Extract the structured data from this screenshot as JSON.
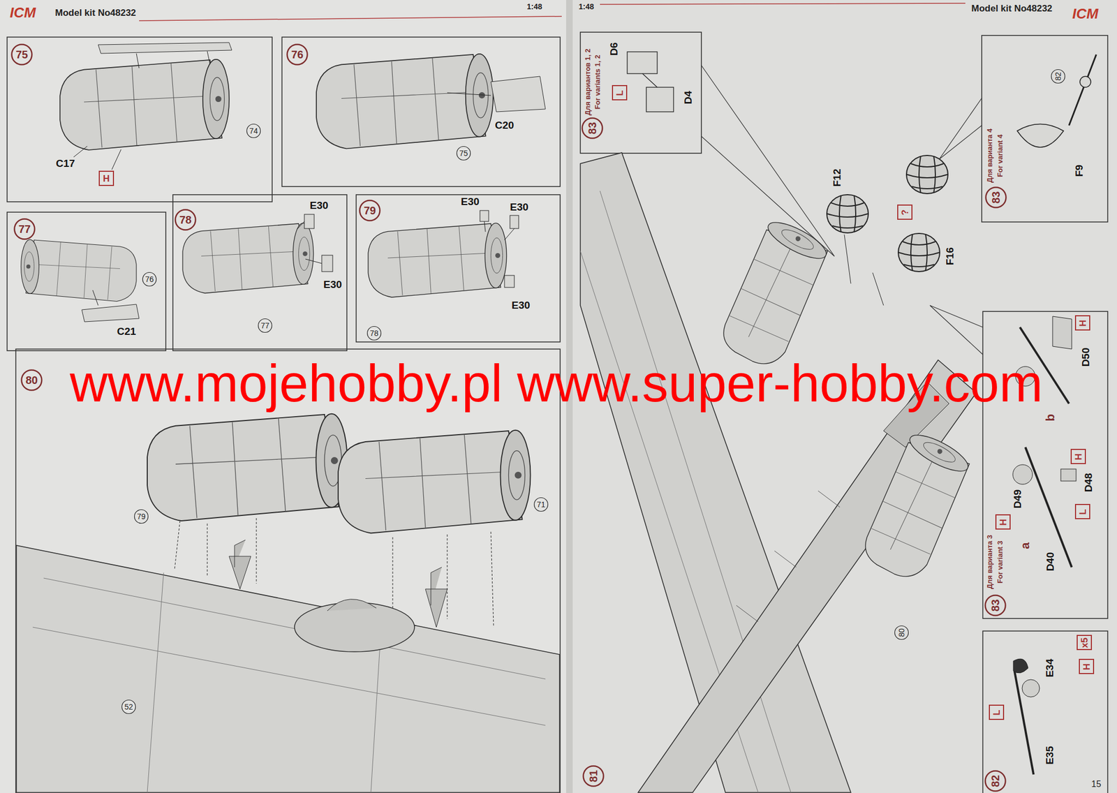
{
  "diagram": {
    "nodes": [
      {
        "text": [
          "75"
        ]
      },
      {
        "text": [
          "74"
        ]
      },
      {
        "text": [
          "H"
        ]
      },
      {
        "text": [
          "76"
        ]
      },
      {
        "text": [
          "75"
        ]
      },
      {
        "text": [
          "77"
        ]
      },
      {
        "text": [
          "76"
        ]
      },
      {
        "text": [
          "78"
        ]
      },
      {
        "text": [
          "77"
        ]
      },
      {
        "text": [
          "79"
        ]
      },
      {
        "text": [
          "78"
        ]
      },
      {
        "text": [
          "80"
        ]
      },
      {
        "text": [
          "79"
        ]
      },
      {
        "text": [
          "71"
        ]
      },
      {
        "text": [
          "52"
        ]
      },
      {
        "text": [
          "83"
        ]
      },
      {
        "text": [
          "L"
        ]
      },
      {
        "text": [
          "?"
        ]
      },
      {
        "text": [
          "83"
        ]
      },
      {
        "text": [
          "82"
        ]
      },
      {
        "text": [
          "H"
        ]
      },
      {
        "text": [
          "H"
        ]
      },
      {
        "text": [
          "H"
        ]
      },
      {
        "text": [
          "L"
        ]
      },
      {
        "text": [
          "83"
        ]
      },
      {
        "text": [
          "80"
        ]
      },
      {
        "text": [
          "81"
        ]
      },
      {
        "text": [
          "82"
        ]
      },
      {
        "text": [
          "x5"
        ]
      },
      {
        "text": [
          "H"
        ]
      },
      {
        "text": [
          "L"
        ]
      }
    ],
    "labels": [
      "ICM",
      "Model kit No48232",
      "1:48",
      "1:48",
      "Model kit No48232",
      "ICM",
      "C17",
      "C20",
      "C21",
      "E30",
      "E30",
      "E30",
      "E30",
      "E30",
      "www.mojehobby.pl www.super-hobby.com",
      "Для вариантов 1, 2",
      "For variants 1, 2",
      "D6",
      "D4",
      "F12",
      "F16",
      "Для варианта 4",
      "For variant 4",
      "F9",
      "D50",
      "b",
      "D48",
      "D49",
      "a",
      "D40",
      "Для варианта 3",
      "For variant 3",
      "E34",
      "E35",
      "15"
    ]
  }
}
